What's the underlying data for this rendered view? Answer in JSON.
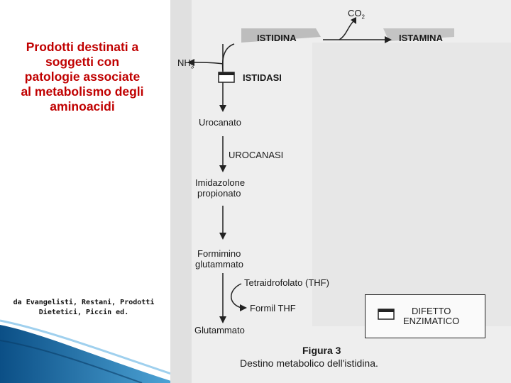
{
  "slide": {
    "title": "Prodotti destinati a\nsoggetti con\npatologie associate\nal metabolismo degli\naminoacidi",
    "citation": "da Evangelisti, Restani, Prodotti\nDietetici, Piccin ed."
  },
  "diagram": {
    "substrate": "ISTIDINA",
    "product_side": "ISTAMINA",
    "co2_base": "CO",
    "co2_sub": "2",
    "nh3_base": "NH",
    "nh3_sub": "3",
    "enzyme_1": "ISTIDASI",
    "intermediate_1": "Urocanato",
    "enzyme_2": "UROCANASI",
    "intermediate_2_line1": "Imidazolone",
    "intermediate_2_line2": "propionato",
    "intermediate_3_line1": "Formimino",
    "intermediate_3_line2": "glutammato",
    "cofactor_in": "Tetraidrofolato (THF)",
    "cofactor_out": "Formil THF",
    "final_product": "Glutammato",
    "legend_label_line1": "DIFETTO",
    "legend_label_line2": "ENZIMATICO",
    "figure_label": "Figura 3",
    "figure_caption": "Destino metabolico dell'istidina."
  },
  "colors": {
    "title": "#c00000",
    "ink": "#1a1a1a",
    "scan_background": "#eeeeee",
    "slide_accent": "#1f6fa8"
  },
  "icons": [
    "enzyme-block-icon",
    "legend-block-icon",
    "arrow-down-icon",
    "curved-arrow-icon"
  ]
}
